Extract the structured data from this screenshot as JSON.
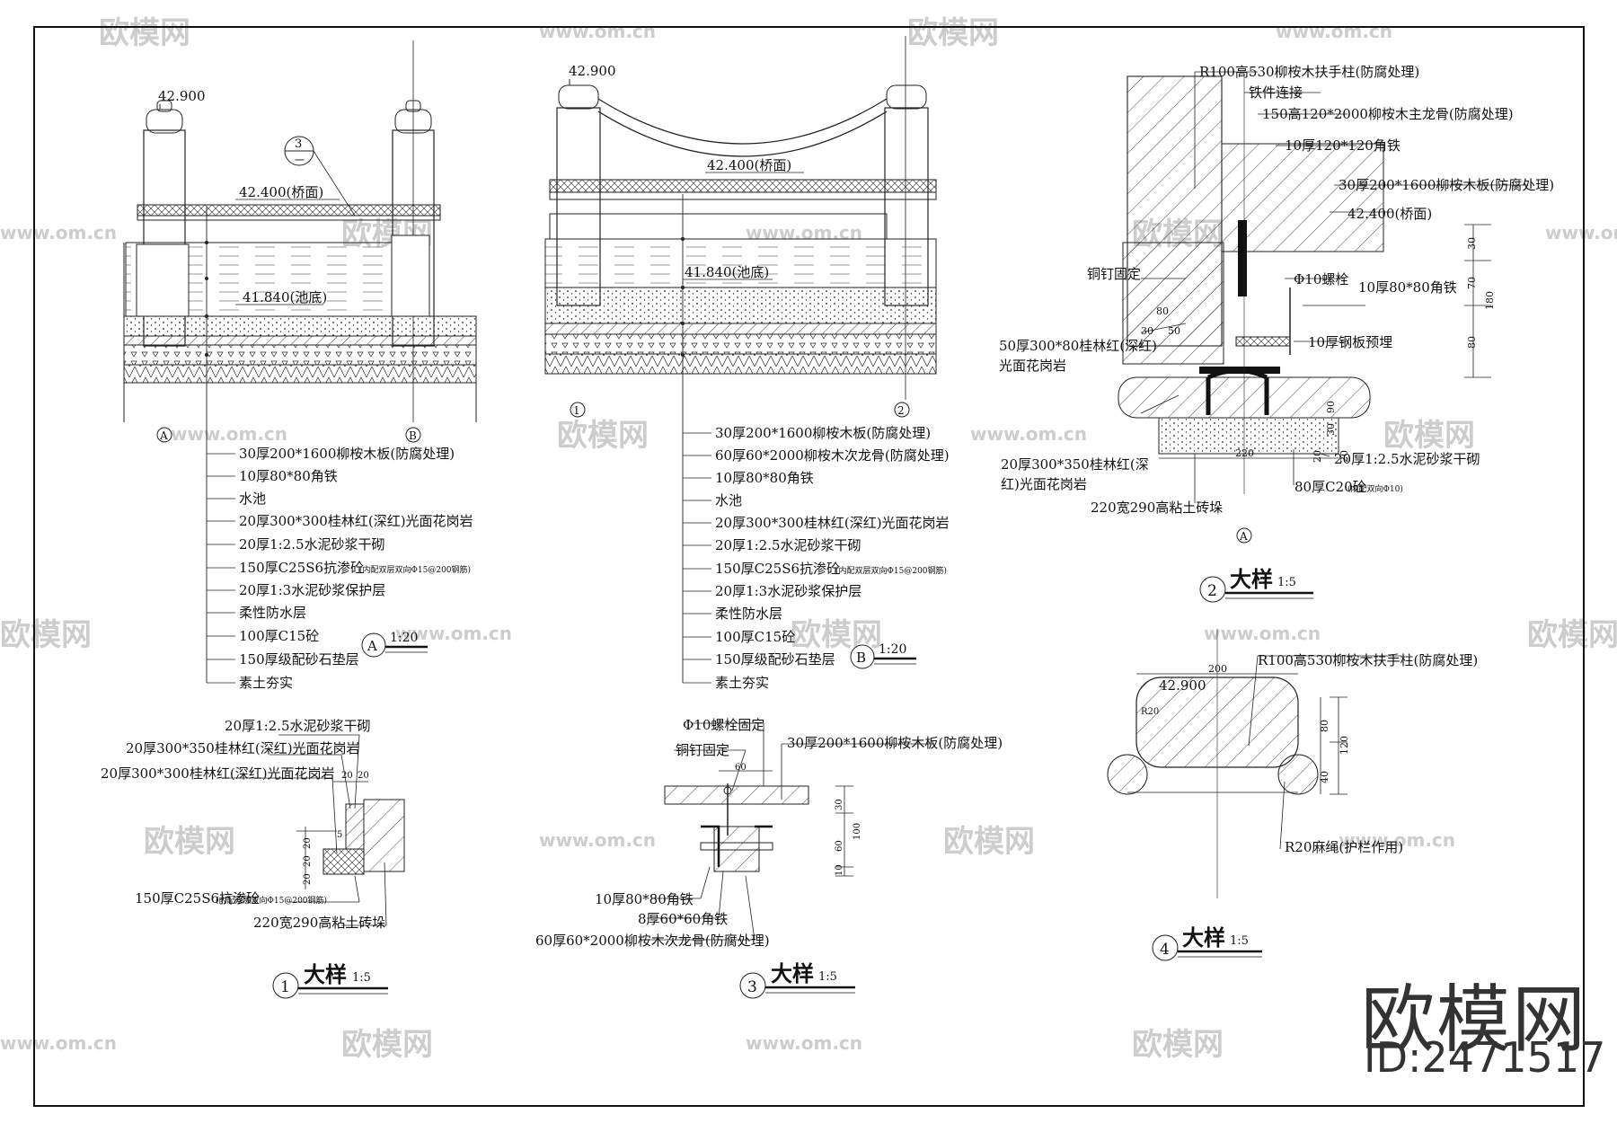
{
  "watermark": {
    "text": "欧模网",
    "url": "www.om.cn"
  },
  "brand": {
    "name": "欧模网",
    "id": "ID:2471517"
  },
  "section_a": {
    "elev_top": "42.900",
    "elev_deck": "42.400(桥面)",
    "elev_pool": "41.840(池底)",
    "callout_num": "3",
    "callout_sub": "一",
    "axis_a": "A",
    "axis_b": "B",
    "title_letter": "A",
    "title_scale": "1:20",
    "layers": [
      "30厚200*1600柳桉木板(防腐处理)",
      "10厚80*80角铁",
      "水池",
      "20厚300*300桂林红(深红)光面花岗岩",
      "20厚1:2.5水泥砂浆干砌",
      "150厚C25S6抗渗砼",
      "20厚1:3水泥砂浆保护层",
      "柔性防水层",
      "100厚C15砼",
      "150厚级配砂石垫层",
      "素土夯实"
    ],
    "rebar_note": "(内配双层双向Φ15@200钢筋)"
  },
  "section_b": {
    "elev_top": "42.900",
    "elev_deck": "42.400(桥面)",
    "elev_pool": "41.840(池底)",
    "axis_1": "1",
    "axis_2": "2",
    "title_letter": "B",
    "title_scale": "1:20",
    "layers": [
      "30厚200*1600柳桉木板(防腐处理)",
      "60厚60*2000柳桉木次龙骨(防腐处理)",
      "10厚80*80角铁",
      "水池",
      "20厚300*300桂林红(深红)光面花岗岩",
      "20厚1:2.5水泥砂浆干砌",
      "150厚C25S6抗渗砼",
      "20厚1:3水泥砂浆保护层",
      "柔性防水层",
      "100厚C15砼",
      "150厚级配砂石垫层",
      "素土夯实"
    ],
    "rebar_note": "(内配双层双向Φ15@200钢筋)"
  },
  "detail_1": {
    "labels": [
      "20厚1:2.5水泥砂浆干砌",
      "20厚300*350桂林红(深红)光面花岗岩",
      "20厚300*300桂林红(深红)光面花岗岩",
      "150厚C25S6抗渗砼",
      "220宽290高粘土砖垛"
    ],
    "rebar_note": "(内配双层双向Φ15@200钢筋)",
    "dims": [
      "20",
      "20",
      "20",
      "20",
      "20",
      "5"
    ],
    "title_num": "1",
    "title_text": "大样",
    "title_scale": "1:5"
  },
  "detail_2": {
    "labels": [
      "R100高530柳桉木扶手柱(防腐处理)",
      "铁件连接",
      "150高120*2000柳桉木主龙骨(防腐处理)",
      "10厚120*120角铁",
      "30厚200*1600柳桉木板(防腐处理)",
      "42.400(桥面)",
      "铜钉固定",
      "Φ10螺栓",
      "10厚80*80角铁",
      "10厚钢板预埋",
      "50厚300*80桂林红(深红)",
      "光面花岗岩",
      "20厚300*350桂林红(深",
      "红)光面花岗岩",
      "220宽290高粘土砖垛",
      "20厚1:2.5水泥砂浆干砌",
      "80厚C20砼"
    ],
    "rebar_note": "(内配双向Φ10)",
    "dims": [
      "30",
      "70",
      "80",
      "180",
      "80",
      "50",
      "30",
      "90",
      "30",
      "220",
      "20",
      "20"
    ],
    "axis": "A",
    "title_num": "2",
    "title_text": "大样",
    "title_scale": "1:5"
  },
  "detail_3": {
    "labels": [
      "Φ10螺栓固定",
      "铜钉固定",
      "30厚200*1600柳桉木板(防腐处理)",
      "10厚80*80角铁",
      "8厚60*60角铁",
      "60厚60*2000柳桉木次龙骨(防腐处理)"
    ],
    "dims": [
      "60",
      "30",
      "100",
      "60",
      "10"
    ],
    "title_num": "3",
    "title_text": "大样",
    "title_scale": "1:5"
  },
  "detail_4": {
    "labels": [
      "R100高530柳桉木扶手柱(防腐处理)",
      "42.900",
      "R20麻绳(护栏作用)"
    ],
    "dims": [
      "200",
      "80",
      "120",
      "40",
      "R20"
    ],
    "title_num": "4",
    "title_text": "大样",
    "title_scale": "1:5"
  }
}
